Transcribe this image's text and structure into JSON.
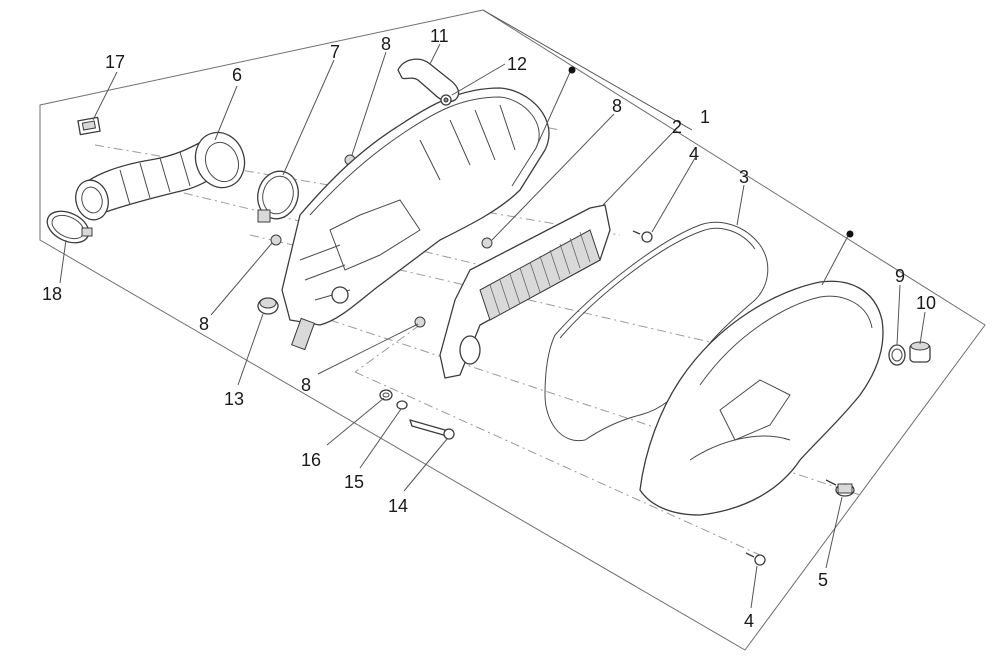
{
  "callouts": [
    {
      "id": "c1",
      "text": "1"
    },
    {
      "id": "c2",
      "text": "2"
    },
    {
      "id": "c3",
      "text": "3"
    },
    {
      "id": "c4a",
      "text": "4"
    },
    {
      "id": "c4b",
      "text": "4"
    },
    {
      "id": "c5",
      "text": "5"
    },
    {
      "id": "c6",
      "text": "6"
    },
    {
      "id": "c7",
      "text": "7"
    },
    {
      "id": "c8a",
      "text": "8"
    },
    {
      "id": "c8b",
      "text": "8"
    },
    {
      "id": "c8c",
      "text": "8"
    },
    {
      "id": "c8d",
      "text": "8"
    },
    {
      "id": "c9",
      "text": "9"
    },
    {
      "id": "c10",
      "text": "10"
    },
    {
      "id": "c11",
      "text": "11"
    },
    {
      "id": "c12",
      "text": "12"
    },
    {
      "id": "c13",
      "text": "13"
    },
    {
      "id": "c14",
      "text": "14"
    },
    {
      "id": "c15",
      "text": "15"
    },
    {
      "id": "c16",
      "text": "16"
    },
    {
      "id": "c17",
      "text": "17"
    },
    {
      "id": "c18",
      "text": "18"
    }
  ],
  "colors": {
    "line": "#3c3c3c",
    "background": "#ffffff"
  }
}
